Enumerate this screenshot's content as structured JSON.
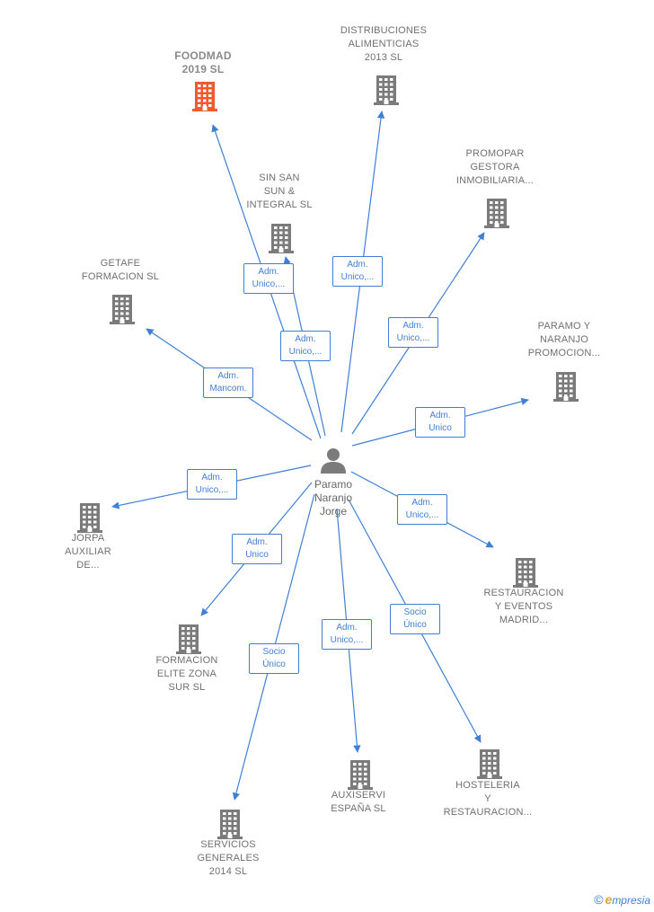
{
  "colors": {
    "edge": "#3f7fd6",
    "building": "#7b7b7b",
    "building_highlight": "#f15a29",
    "person": "#7b7b7b"
  },
  "center": {
    "name": "Paramo\nNaranjo\nJorge",
    "icon": "person-icon"
  },
  "companies": [
    {
      "id": "foodmad",
      "name": "FOODMAD\n2019  SL",
      "highlight": true
    },
    {
      "id": "distribuciones",
      "name": "DISTRIBUCIONES\nALIMENTICIAS\n2013 SL"
    },
    {
      "id": "sinsan",
      "name": "SIN SAN\nSUN &\nINTEGRAL  SL"
    },
    {
      "id": "promopar",
      "name": "PROMOPAR\nGESTORA\nINMOBILIARIA..."
    },
    {
      "id": "getafe",
      "name": "GETAFE\nFORMACION SL"
    },
    {
      "id": "paramo",
      "name": "PARAMO Y\nNARANJO\nPROMOCION..."
    },
    {
      "id": "jorpa",
      "name": "JORPA\nAUXILIAR\nDE..."
    },
    {
      "id": "restauracion",
      "name": "RESTAURACION\nY EVENTOS\nMADRID..."
    },
    {
      "id": "formacion",
      "name": "FORMACION\nELITE ZONA\nSUR  SL"
    },
    {
      "id": "auxiservi",
      "name": "AUXISERVI\nESPAÑA  SL"
    },
    {
      "id": "hosteleria",
      "name": "HOSTELERIA\nY\nRESTAURACION..."
    },
    {
      "id": "servicios",
      "name": "SERVICIOS\nGENERALES\n2014  SL"
    }
  ],
  "edges": [
    {
      "to": "foodmad",
      "label": "Adm.\nUnico,..."
    },
    {
      "to": "distribuciones",
      "label": "Adm.\nUnico,..."
    },
    {
      "to": "sinsan",
      "label": "Adm.\nUnico,..."
    },
    {
      "to": "promopar",
      "label": "Adm.\nUnico,..."
    },
    {
      "to": "getafe",
      "label": "Adm.\nMancom."
    },
    {
      "to": "paramo",
      "label": "Adm.\nUnico"
    },
    {
      "to": "jorpa",
      "label": "Adm.\nUnico,..."
    },
    {
      "to": "restauracion",
      "label": "Adm.\nUnico,..."
    },
    {
      "to": "formacion",
      "label": "Adm.\nUnico"
    },
    {
      "to": "auxiservi",
      "label": "Adm.\nUnico,..."
    },
    {
      "to": "hosteleria",
      "label": "Socio\nÚnico"
    },
    {
      "to": "servicios",
      "label": "Socio\nÚnico"
    }
  ],
  "footer": {
    "copyright": "©",
    "brand_initial": "e",
    "brand_rest": "mpresia"
  }
}
